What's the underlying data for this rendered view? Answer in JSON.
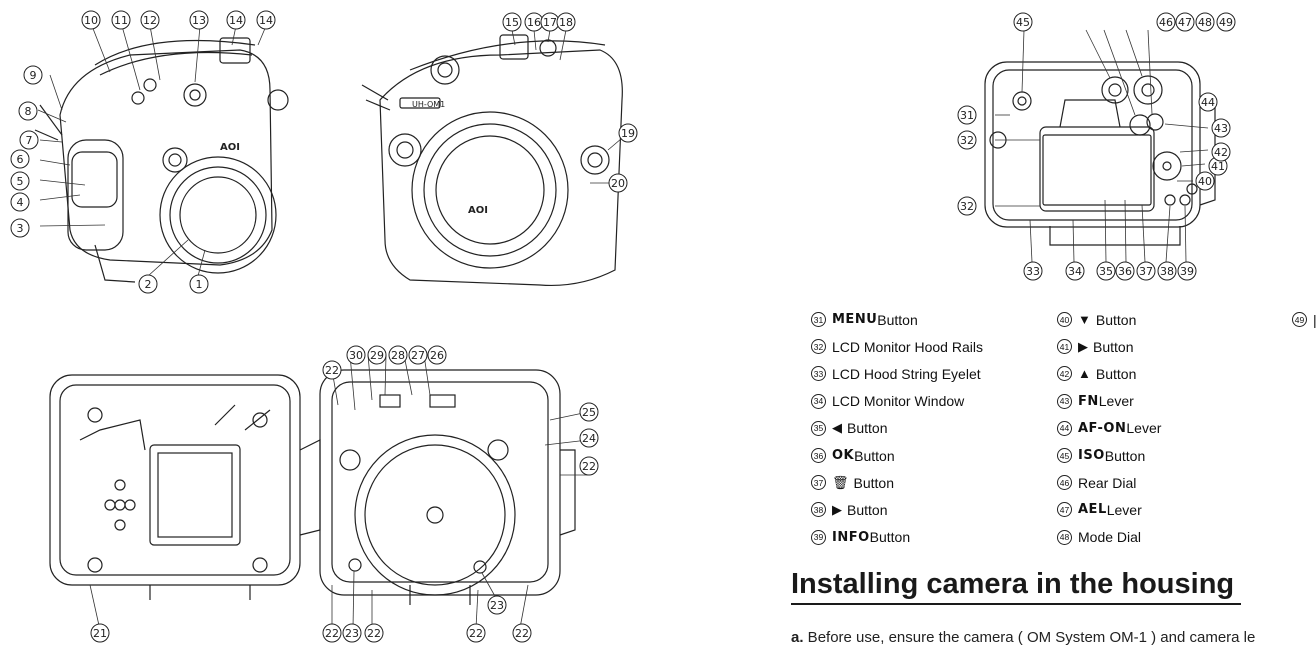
{
  "figures": {
    "front_left": {
      "callouts": [
        "1",
        "2",
        "3",
        "4",
        "5",
        "6",
        "7",
        "8",
        "9",
        "10",
        "11",
        "12",
        "13",
        "14",
        "14"
      ]
    },
    "front_right": {
      "callouts": [
        "15",
        "16",
        "17",
        "18",
        "19",
        "20"
      ],
      "badge": "UH-OM1"
    },
    "inside": {
      "callouts": [
        "21",
        "22",
        "22",
        "22",
        "22",
        "22",
        "22",
        "23",
        "23",
        "24",
        "25",
        "26",
        "27",
        "28",
        "29",
        "30"
      ]
    },
    "rear": {
      "callouts": [
        "31",
        "32",
        "32",
        "33",
        "34",
        "35",
        "36",
        "37",
        "38",
        "39",
        "40",
        "41",
        "42",
        "43",
        "44",
        "45",
        "46",
        "47",
        "48",
        "49"
      ]
    }
  },
  "legend": {
    "col1": [
      {
        "num": "31",
        "glyph": "",
        "bold": "MENU",
        "text": " Button"
      },
      {
        "num": "32",
        "glyph": "",
        "bold": "",
        "text": "LCD Monitor Hood Rails"
      },
      {
        "num": "33",
        "glyph": "",
        "bold": "",
        "text": "LCD Hood String Eyelet"
      },
      {
        "num": "34",
        "glyph": "",
        "bold": "",
        "text": "LCD Monitor Window"
      },
      {
        "num": "35",
        "glyph": "◀",
        "bold": "",
        "text": " Button"
      },
      {
        "num": "36",
        "glyph": "",
        "bold": "OK",
        "text": " Button"
      },
      {
        "num": "37",
        "glyph": "🗑",
        "bold": "",
        "text": " Button"
      },
      {
        "num": "38",
        "glyph": "▶",
        "bold": "",
        "text": " Button"
      },
      {
        "num": "39",
        "glyph": "",
        "bold": "INFO",
        "text": " Button"
      }
    ],
    "col2": [
      {
        "num": "40",
        "glyph": "▼",
        "bold": "",
        "text": " Button"
      },
      {
        "num": "41",
        "glyph": "▶",
        "bold": "",
        "text": " Button"
      },
      {
        "num": "42",
        "glyph": "▲",
        "bold": "",
        "text": " Button"
      },
      {
        "num": "43",
        "glyph": "",
        "bold": "FN",
        "text": " Lever"
      },
      {
        "num": "44",
        "glyph": "",
        "bold": "AF-ON",
        "text": " Lever"
      },
      {
        "num": "45",
        "glyph": "",
        "bold": "ISO",
        "text": " Button"
      },
      {
        "num": "46",
        "glyph": "",
        "bold": "",
        "text": "Rear Dial"
      },
      {
        "num": "47",
        "glyph": "",
        "bold": "AEL",
        "text": " Lever"
      },
      {
        "num": "48",
        "glyph": "",
        "bold": "",
        "text": "Mode Dial"
      }
    ],
    "col3": [
      {
        "num": "49",
        "glyph": "",
        "bold": "",
        "text": "|("
      }
    ]
  },
  "heading": "Installing camera in the housing",
  "body": {
    "prefix": "a.",
    "text": " Before use, ensure the camera ( OM System OM-1 ) and camera le"
  }
}
